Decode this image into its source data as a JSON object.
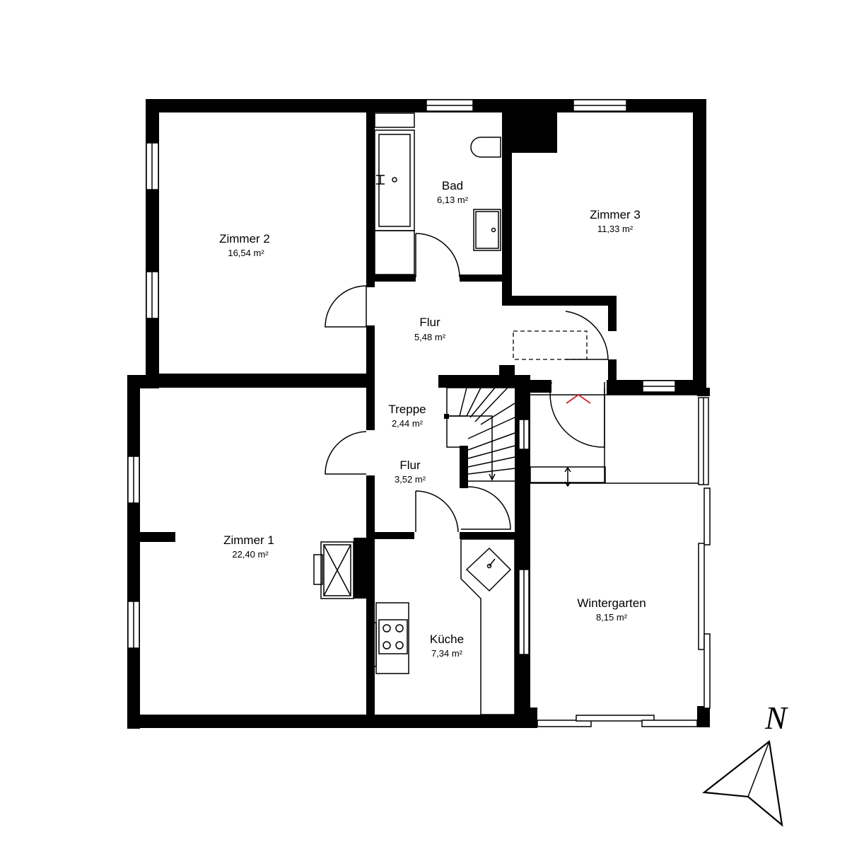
{
  "rooms": {
    "zimmer2": {
      "name": "Zimmer 2",
      "area": "16,54 m²"
    },
    "bad": {
      "name": "Bad",
      "area": "6,13 m²"
    },
    "zimmer3": {
      "name": "Zimmer 3",
      "area": "11,33 m²"
    },
    "flur_upper": {
      "name": "Flur",
      "area": "5,48 m²"
    },
    "treppe": {
      "name": "Treppe",
      "area": "2,44 m²"
    },
    "flur_lower": {
      "name": "Flur",
      "area": "3,52 m²"
    },
    "zimmer1": {
      "name": "Zimmer 1",
      "area": "22,40 m²"
    },
    "kueche": {
      "name": "Küche",
      "area": "7,34 m²"
    },
    "wintergarten": {
      "name": "Wintergarten",
      "area": "8,15 m²"
    }
  },
  "compass": {
    "label": "N",
    "icon": "north-arrow-icon"
  },
  "colors": {
    "wall": "#000000",
    "background": "#ffffff",
    "entrance_marker": "#d62020"
  }
}
